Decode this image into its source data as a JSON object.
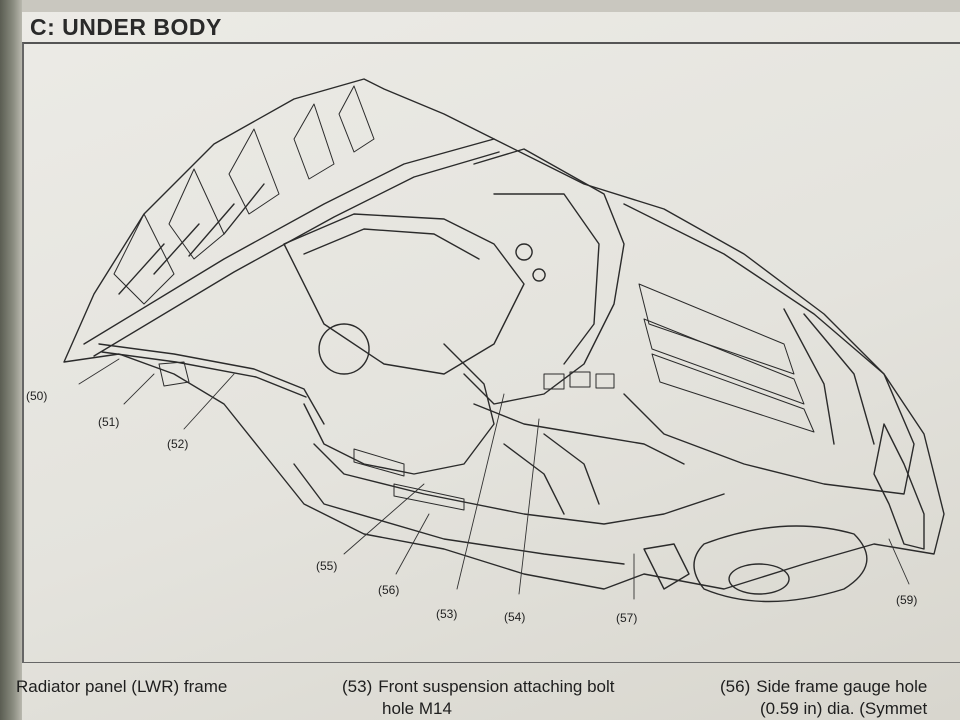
{
  "section": {
    "title": "C: UNDER BODY"
  },
  "callouts": [
    {
      "id": "50",
      "label": "(50)"
    },
    {
      "id": "51",
      "label": "(51)"
    },
    {
      "id": "52",
      "label": "(52)"
    },
    {
      "id": "55",
      "label": "(55)"
    },
    {
      "id": "56",
      "label": "(56)"
    },
    {
      "id": "53",
      "label": "(53)"
    },
    {
      "id": "54",
      "label": "(54)"
    },
    {
      "id": "57",
      "label": "(57)"
    },
    {
      "id": "59",
      "label": "(59)"
    }
  ],
  "legend": [
    {
      "num": "",
      "line1": "Radiator panel (LWR) frame",
      "line2": ""
    },
    {
      "num": "(53)",
      "line1": "Front suspension attaching bolt",
      "line2": "hole M14"
    },
    {
      "num": "(56)",
      "line1": "Side frame gauge hole",
      "line2": "(0.59 in) dia. (Symmet"
    }
  ]
}
